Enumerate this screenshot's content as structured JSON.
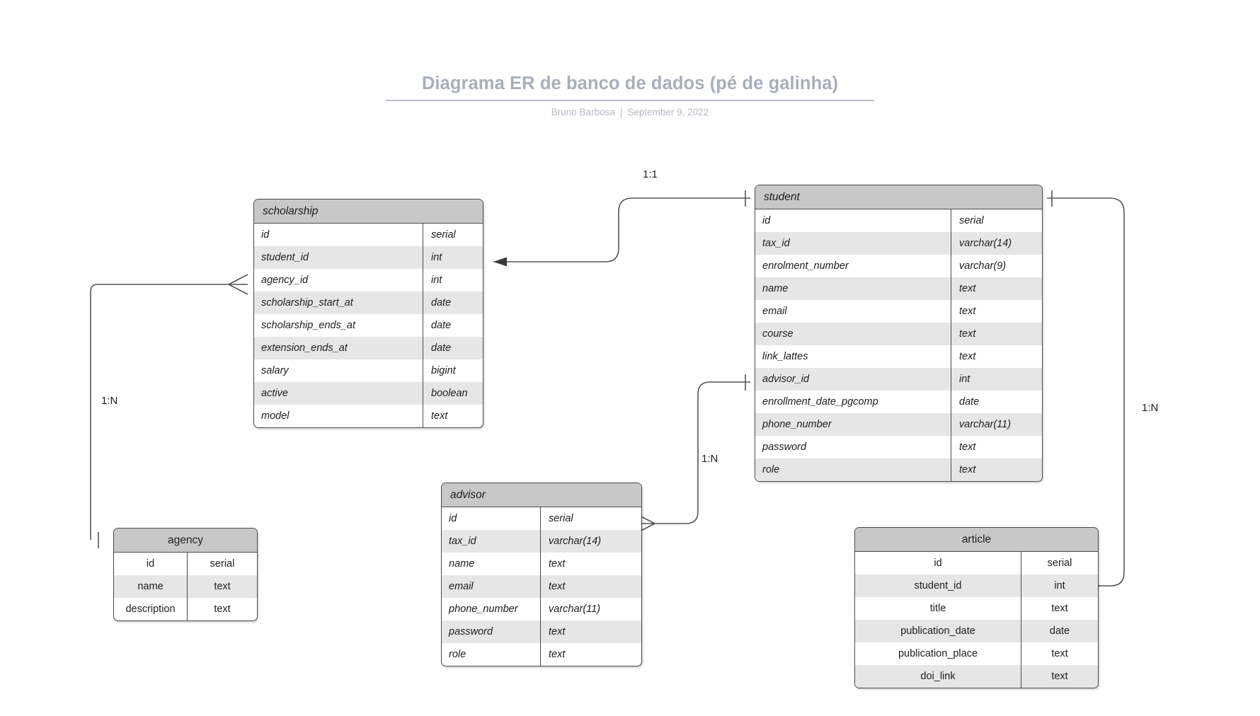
{
  "header": {
    "title": "Diagrama ER de banco de dados (pé de galinha)",
    "author": "Bruno Barbosa",
    "separator": "|",
    "date": "September 9, 2022"
  },
  "colors": {
    "title_text": "#a8afbb",
    "byline_text": "#b4bac4",
    "entity_border": "#4a4a4a",
    "entity_header_fill": "#c8c8c8",
    "row_alt_fill": "#e6e6e6",
    "row_fill": "#ffffff",
    "link_stroke": "#555555",
    "canvas": "#ffffff"
  },
  "diagram": {
    "type": "entity-relationship",
    "notation": "crow's foot",
    "entities": [
      {
        "id": "scholarship",
        "name": "scholarship",
        "text_style": "italic-left",
        "columns": [
          {
            "name": "id",
            "type": "serial"
          },
          {
            "name": "student_id",
            "type": "int"
          },
          {
            "name": "agency_id",
            "type": "int"
          },
          {
            "name": "scholarship_start_at",
            "type": "date"
          },
          {
            "name": "scholarship_ends_at",
            "type": "date"
          },
          {
            "name": "extension_ends_at",
            "type": "date"
          },
          {
            "name": "salary",
            "type": "bigint"
          },
          {
            "name": "active",
            "type": "boolean"
          },
          {
            "name": "model",
            "type": "text"
          }
        ]
      },
      {
        "id": "student",
        "name": "student",
        "text_style": "italic-left",
        "columns": [
          {
            "name": "id",
            "type": "serial"
          },
          {
            "name": "tax_id",
            "type": "varchar(14)"
          },
          {
            "name": "enrolment_number",
            "type": "varchar(9)"
          },
          {
            "name": "name",
            "type": "text"
          },
          {
            "name": "email",
            "type": "text"
          },
          {
            "name": "course",
            "type": "text"
          },
          {
            "name": "link_lattes",
            "type": "text"
          },
          {
            "name": "advisor_id",
            "type": "int"
          },
          {
            "name": "enrollment_date_pgcomp",
            "type": "date"
          },
          {
            "name": "phone_number",
            "type": "varchar(11)"
          },
          {
            "name": "password",
            "type": "text"
          },
          {
            "name": "role",
            "type": "text"
          }
        ]
      },
      {
        "id": "advisor",
        "name": "advisor",
        "text_style": "italic-left",
        "columns": [
          {
            "name": "id",
            "type": "serial"
          },
          {
            "name": "tax_id",
            "type": "varchar(14)"
          },
          {
            "name": "name",
            "type": "text"
          },
          {
            "name": "email",
            "type": "text"
          },
          {
            "name": "phone_number",
            "type": "varchar(11)"
          },
          {
            "name": "password",
            "type": "text"
          },
          {
            "name": "role",
            "type": "text"
          }
        ]
      },
      {
        "id": "agency",
        "name": "agency",
        "text_style": "plain-center",
        "columns": [
          {
            "name": "id",
            "type": "serial"
          },
          {
            "name": "name",
            "type": "text"
          },
          {
            "name": "description",
            "type": "text"
          }
        ]
      },
      {
        "id": "article",
        "name": "article",
        "text_style": "plain-center",
        "columns": [
          {
            "name": "id",
            "type": "serial"
          },
          {
            "name": "student_id",
            "type": "int"
          },
          {
            "name": "title",
            "type": "text"
          },
          {
            "name": "publication_date",
            "type": "date"
          },
          {
            "name": "publication_place",
            "type": "text"
          },
          {
            "name": "doi_link",
            "type": "text"
          }
        ]
      }
    ],
    "relationships": [
      {
        "id": "student-scholarship",
        "label": "1:1",
        "from": "student",
        "from_column": "id",
        "from_marker": "one",
        "to": "scholarship",
        "to_column": "student_id",
        "to_marker": "arrow"
      },
      {
        "id": "agency-scholarship",
        "label": "1:N",
        "from": "agency",
        "from_column": "header",
        "from_marker": "one",
        "to": "scholarship",
        "to_column": "agency_id",
        "to_marker": "many"
      },
      {
        "id": "student-advisor",
        "label": "1:N",
        "from": "student",
        "from_column": "advisor_id",
        "from_marker": "one",
        "to": "advisor",
        "to_column": "id",
        "to_marker": "many"
      },
      {
        "id": "student-article",
        "label": "1:N",
        "from": "student",
        "from_column": "header",
        "from_marker": "one",
        "to": "article",
        "to_column": "student_id",
        "to_marker": "many"
      }
    ]
  }
}
